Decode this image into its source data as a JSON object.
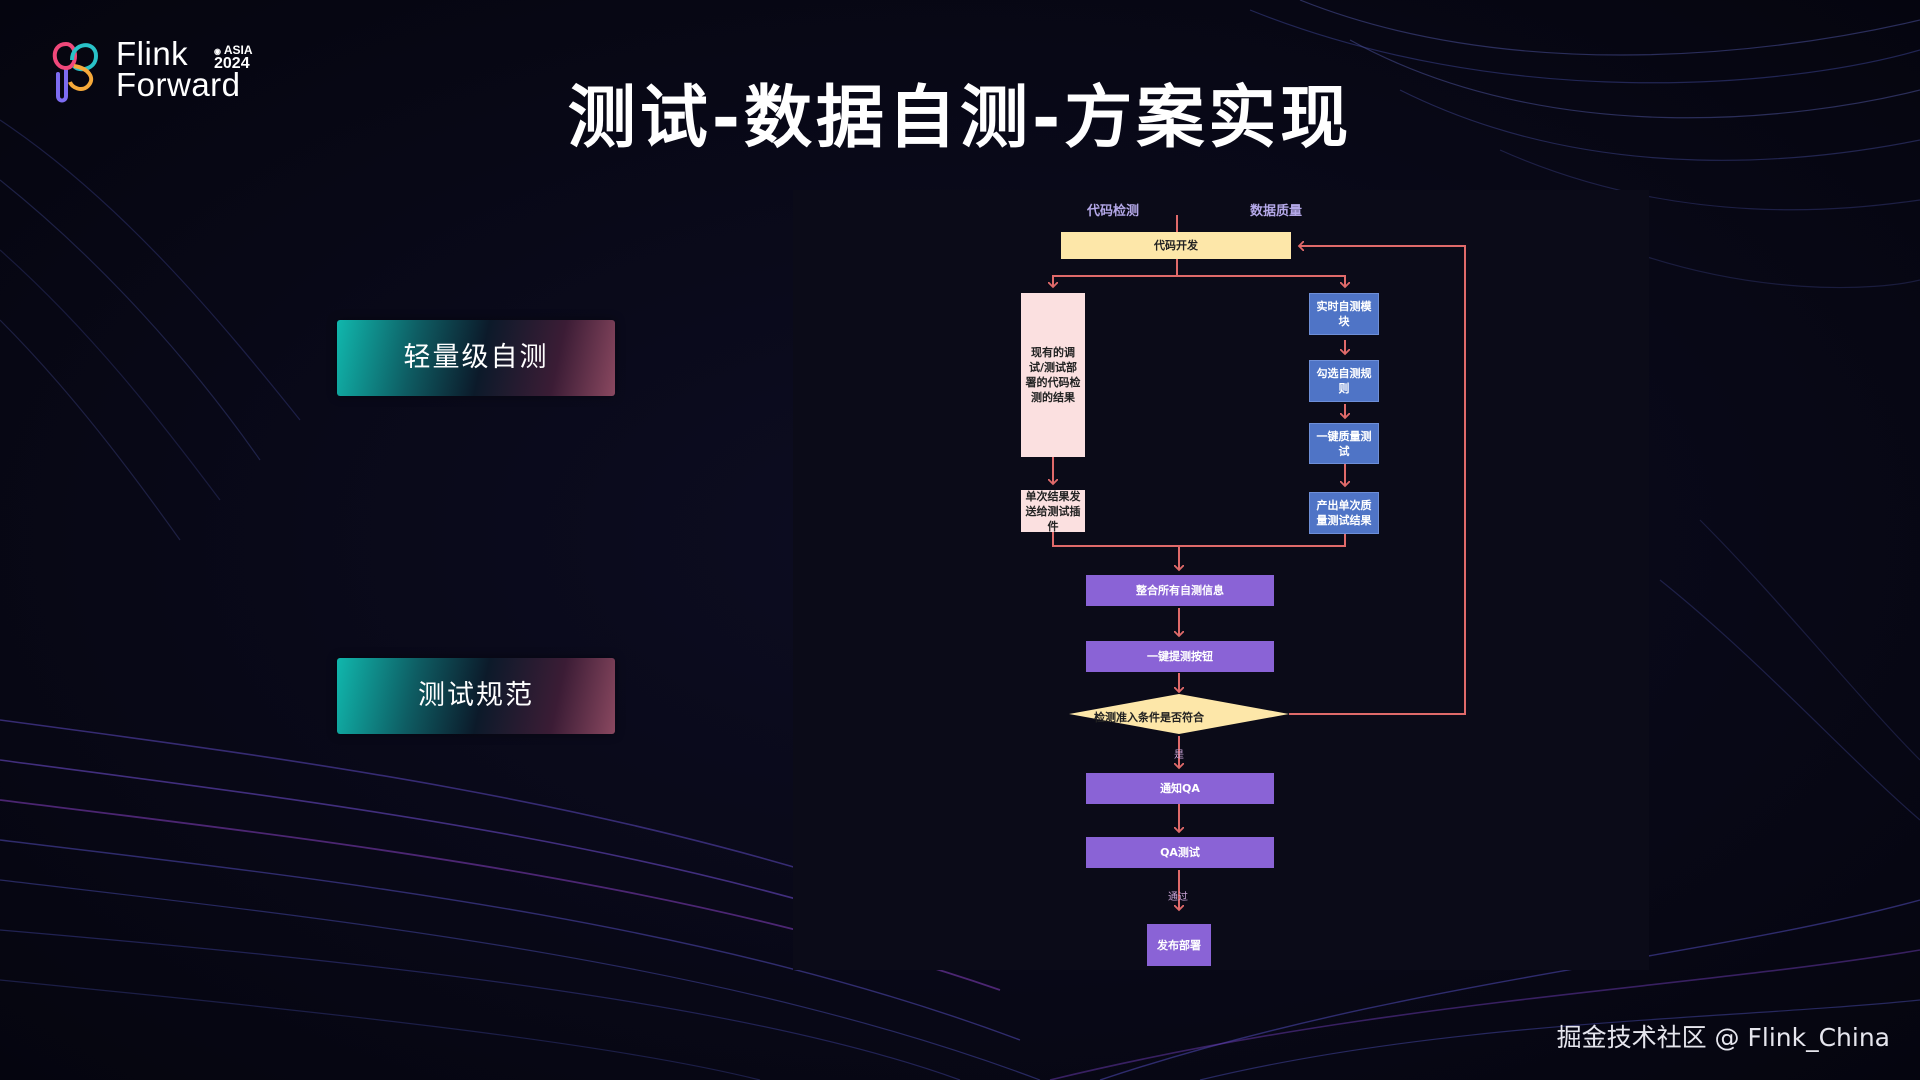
{
  "slide": {
    "title": "测试-数据自测-方案实现",
    "logo": {
      "line1": "Flink",
      "line2": "Forward",
      "badge": "ASIA",
      "year": "2024"
    },
    "side_buttons": [
      "轻量级自测",
      "测试规范"
    ],
    "watermark": "掘金技术社区 @ Flink_China"
  },
  "diagram": {
    "lanes": [
      "代码检测",
      "数据质量"
    ],
    "nodes": {
      "dev": "代码开发",
      "existing": "现有的调试/测试部署的代码检测的结果",
      "single": "单次结果发送给测试插件",
      "rt": "实时自测模块",
      "rules": "勾选自测规则",
      "onekey_quality": "一键质量测试",
      "quality_result": "产出单次质量测试结果",
      "integrate": "整合所有自测信息",
      "submit": "一键提测按钮",
      "check": "检测准入条件是否符合",
      "notify": "通知QA",
      "qa": "QA测试",
      "deploy": "发布部署"
    },
    "edge_labels": {
      "yes": "是",
      "pass": "通过"
    },
    "colors": {
      "edge": "#e06a6a",
      "yellow": "#fde7a9",
      "pink": "#fbe0e0",
      "blue": "#4f74c6",
      "purple": "#8a63d6"
    }
  }
}
